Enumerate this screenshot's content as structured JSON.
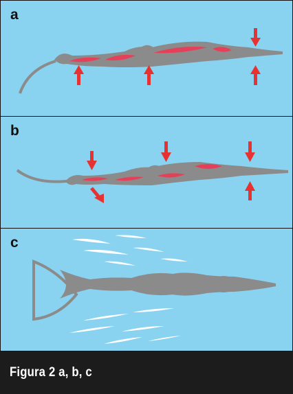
{
  "colors": {
    "water": "#89D2F0",
    "swimmer": "#8B8B8B",
    "muscle": "#E5405A",
    "arrow": "#E63332",
    "wake": "#FFFFFF",
    "caption_bg": "#1C1C1C",
    "caption_text": "#FFFFFF"
  },
  "panels": [
    {
      "label": "a",
      "arrows": "3 upward, 1 downward"
    },
    {
      "label": "b",
      "arrows": "3 downward, 1 diagonal, 1 upward"
    },
    {
      "label": "c",
      "arrows": "none; white wake streaks"
    }
  ],
  "caption": "Figura 2 a, b, c"
}
